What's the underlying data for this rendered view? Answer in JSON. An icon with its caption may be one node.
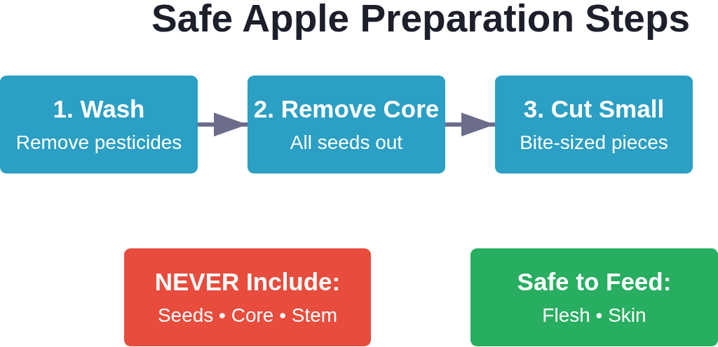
{
  "diagram": {
    "title": "Safe Apple Preparation Steps",
    "nodes": [
      {
        "text": [
          "1. Wash",
          "Remove pesticides"
        ]
      },
      {
        "text": [
          "2. Remove Core",
          "All seeds out"
        ]
      },
      {
        "text": [
          "3. Cut Small",
          "Bite-sized pieces"
        ]
      },
      {
        "text": [
          "NEVER Include:",
          "Seeds • Core • Stem"
        ]
      },
      {
        "text": [
          "Safe to Feed:",
          "Flesh • Skin"
        ]
      }
    ],
    "edges": [
      {
        "from": 0,
        "to": 1,
        "arrow": "to"
      },
      {
        "from": 1,
        "to": 2,
        "arrow": "to"
      }
    ]
  }
}
